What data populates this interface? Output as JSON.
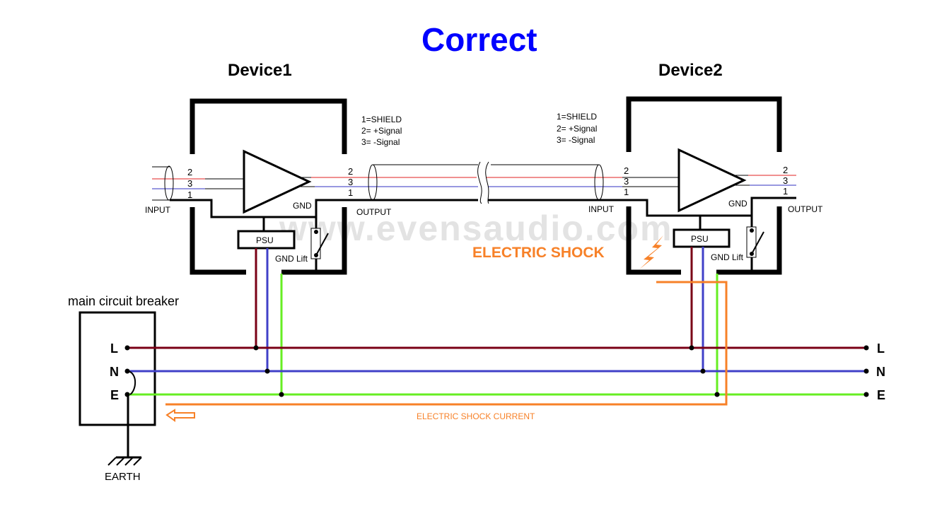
{
  "title": "Correct",
  "watermark": "www.evensaudio.com",
  "colors": {
    "line": "#7a0016",
    "neutral": "#4040c8",
    "earth": "#66ee22",
    "signal_plus": "#e02020",
    "signal_minus": "#3030c0",
    "shock": "#f78128",
    "title": "#0000ff"
  },
  "devices": [
    {
      "name": "Device1",
      "input_label": "INPUT",
      "output_label": "OUTPUT",
      "gnd_label": "GND",
      "psu_label": "PSU",
      "gnd_lift_label": "GND Lift",
      "input_pins": [
        "2",
        "3",
        "1"
      ],
      "output_pins": [
        "2",
        "3",
        "1"
      ]
    },
    {
      "name": "Device2",
      "input_label": "INPUT",
      "output_label": "OUTPUT",
      "gnd_label": "GND",
      "psu_label": "PSU",
      "gnd_lift_label": "GND Lift",
      "input_pins": [
        "2",
        "3",
        "1"
      ],
      "output_pins": [
        "2",
        "3",
        "1"
      ]
    }
  ],
  "pin_legend": [
    [
      "1=SHIELD",
      "2= +Signal",
      "3= -Signal"
    ],
    [
      "1=SHIELD",
      "2= +Signal",
      "3= -Signal"
    ]
  ],
  "breaker": {
    "label": "main circuit breaker",
    "terminals": [
      "L",
      "N",
      "E"
    ],
    "earth_label": "EARTH"
  },
  "mains_right_terminals": [
    "L",
    "N",
    "E"
  ],
  "shock": {
    "label": "ELECTRIC SHOCK",
    "current_label": "ELECTRIC SHOCK CURRENT"
  }
}
